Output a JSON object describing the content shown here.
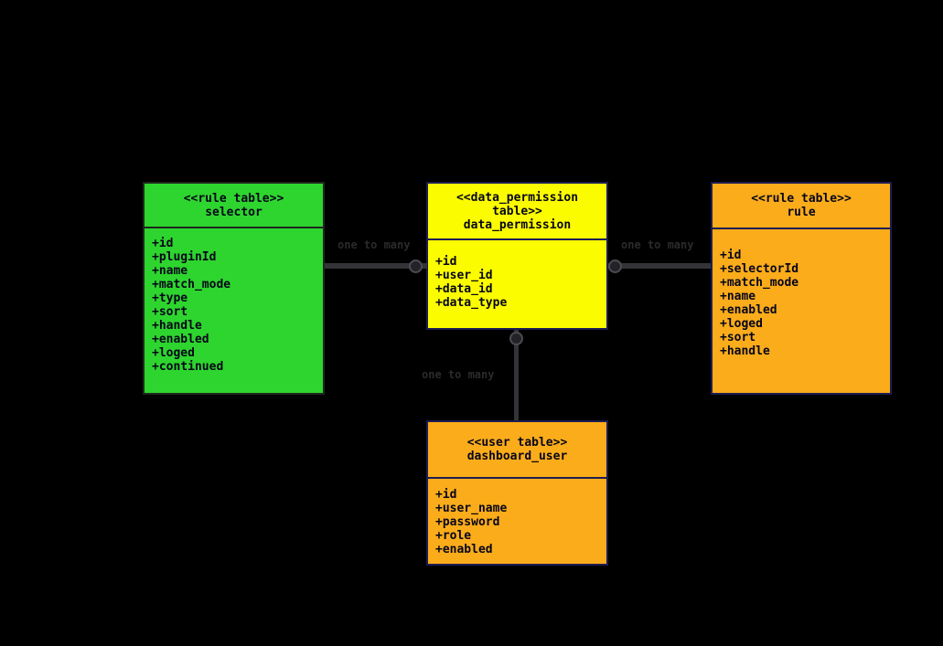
{
  "diagram": {
    "background_color": "#000000",
    "entities": [
      {
        "id": "selector",
        "stereotype": "<<rule table>>",
        "name": "selector",
        "fill_color": "#2ED52E",
        "fields": [
          "+id",
          "+pluginId",
          "+name",
          "+match_mode",
          "+type",
          "+sort",
          "+handle",
          "+enabled",
          "+loged",
          "+continued"
        ]
      },
      {
        "id": "data_permission",
        "stereotype": "<<data_permission table>>",
        "name": "data_permission",
        "fill_color": "#FCFC00",
        "fields": [
          "+id",
          "+user_id",
          "+data_id",
          "+data_type"
        ]
      },
      {
        "id": "rule",
        "stereotype": "<<rule table>>",
        "name": "rule",
        "fill_color": "#FBAC1A",
        "fields": [
          "+id",
          "+selectorId",
          "+match_mode",
          "+name",
          "+enabled",
          "+loged",
          "+sort",
          "+handle"
        ]
      },
      {
        "id": "dashboard_user",
        "stereotype": "<<user table>>",
        "name": "dashboard_user",
        "fill_color": "#FBAC1A",
        "fields": [
          "+id",
          "+user_name",
          "+password",
          "+role",
          "+enabled"
        ]
      }
    ],
    "relationships": [
      {
        "from": "selector",
        "to": "data_permission",
        "label": "one to many"
      },
      {
        "from": "rule",
        "to": "data_permission",
        "label": "one to many"
      },
      {
        "from": "data_permission",
        "to": "dashboard_user",
        "label": "one to many"
      }
    ],
    "colors": {
      "edge_line": "#343438",
      "edge_ball_fill": "#232327",
      "edge_ball_ring": "#4b4b52",
      "edge_label_text": "#2b2b2b",
      "entity_border_navy": "#1d1d52",
      "entity_text": "#06061a"
    }
  }
}
